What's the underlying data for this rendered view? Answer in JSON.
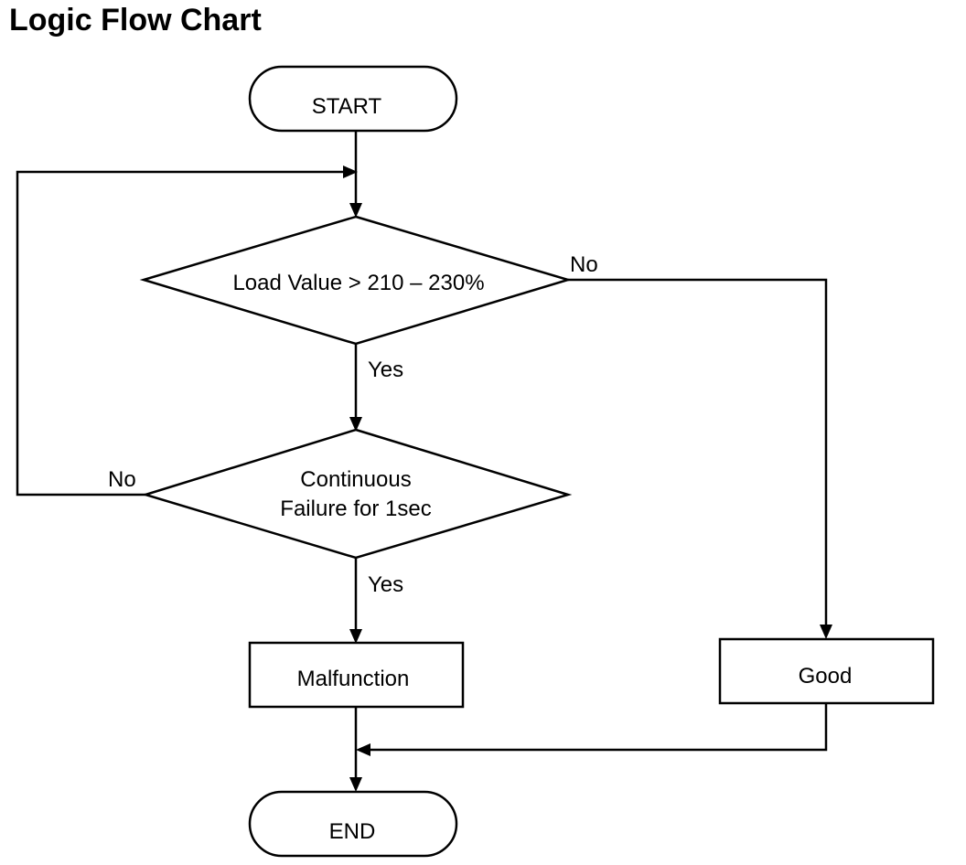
{
  "title": "Logic Flow Chart",
  "nodes": {
    "start": {
      "label": "START"
    },
    "load_check": {
      "label": "Load Value > 210 – 230%"
    },
    "continuous_check": {
      "line1": "Continuous",
      "line2": "Failure for 1sec"
    },
    "malfunction": {
      "label": "Malfunction"
    },
    "good": {
      "label": "Good"
    },
    "end": {
      "label": "END"
    }
  },
  "edge_labels": {
    "load_no": "No",
    "load_yes": "Yes",
    "continuous_no": "No",
    "continuous_yes": "Yes"
  }
}
